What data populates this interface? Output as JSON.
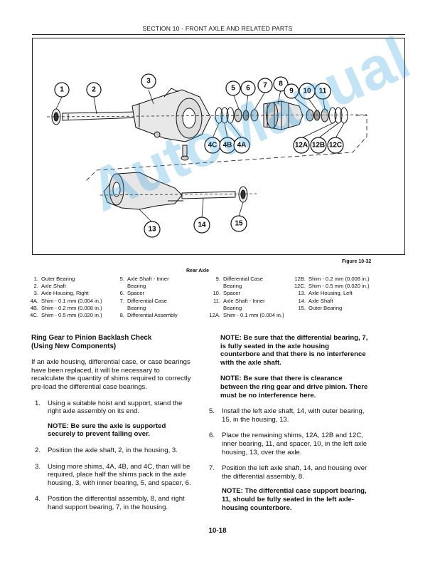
{
  "header": {
    "title": "SECTION 10 - FRONT AXLE AND RELATED PARTS"
  },
  "figure": {
    "label": "Figure 10-32",
    "legend_title": "Rear Axle",
    "callouts": [
      "1",
      "2",
      "3",
      "4C",
      "4B",
      "4A",
      "5",
      "6",
      "7",
      "8",
      "9",
      "10",
      "11",
      "12A",
      "12B",
      "12C",
      "13",
      "14",
      "15"
    ],
    "legend_col1": [
      {
        "n": "1.",
        "t": "Outer Bearing"
      },
      {
        "n": "2.",
        "t": "Axle Shaft"
      },
      {
        "n": "3.",
        "t": "Axle Housing, Right"
      },
      {
        "n": "4A.",
        "t": "Shim - 0.1 mm (0.004 in.)"
      },
      {
        "n": "4B.",
        "t": "Shim - 0.2 mm (0.008 in.)"
      },
      {
        "n": "4C.",
        "t": "Shim - 0.5 mm (0.020 in.)"
      }
    ],
    "legend_col2": [
      {
        "n": "5.",
        "t": "Axle Shaft - Inner"
      },
      {
        "n": "",
        "t": "Bearing"
      },
      {
        "n": "6.",
        "t": "Spacer"
      },
      {
        "n": "7.",
        "t": "Differential Case"
      },
      {
        "n": "",
        "t": "Bearing"
      },
      {
        "n": "8.",
        "t": "Differential Assembly"
      }
    ],
    "legend_col3": [
      {
        "n": "9.",
        "t": "Differential Case"
      },
      {
        "n": "",
        "t": "Bearing"
      },
      {
        "n": "10.",
        "t": "Spacer"
      },
      {
        "n": "11.",
        "t": "Axle Shaft - Inner"
      },
      {
        "n": "",
        "t": "Bearing"
      },
      {
        "n": "12A.",
        "t": "Shim - 0.1 mm (0.004 in.)"
      }
    ],
    "legend_col4": [
      {
        "n": "12B.",
        "t": "Shim - 0.2 mm (0.008 in.)"
      },
      {
        "n": "12C.",
        "t": "Shim - 0.5 mm (0.020 in.)"
      },
      {
        "n": "13.",
        "t": "Axle Housing, Left"
      },
      {
        "n": "14.",
        "t": "Axle Shaft"
      },
      {
        "n": "15.",
        "t": "Outer Bearing"
      },
      {
        "n": "",
        "t": ""
      }
    ]
  },
  "left": {
    "heading1": "Ring Gear to Pinion Backlash Check",
    "heading2": "(Using New Components)",
    "intro": "If an axle housing, differential case, or case bearings have been replaced, it will be necessary to recalculate the quantity of shims required to correctly pre-load the differential case bearings.",
    "step1": {
      "n": "1.",
      "t": "Using a suitable hoist and support, stand the right axle assembly on its end."
    },
    "note1": "NOTE: Be sure the axle is supported securely to prevent falling over.",
    "step2": {
      "n": "2.",
      "t": "Position the axle shaft, 2, in the housing, 3."
    },
    "step3": {
      "n": "3.",
      "t": "Using more shims, 4A, 4B, and 4C, than will be required, place half the shims pack in the axle housing, 3, with inner bearing, 5, and spacer, 6."
    },
    "step4": {
      "n": "4.",
      "t": "Position the differential assembly, 8, and right hand support bearing, 7, in the housing."
    }
  },
  "right": {
    "note2": "NOTE: Be sure that the differential bearing, 7, is fully seated in the axle housing counterbore and that there is no interference with the axle shaft.",
    "note3": "NOTE: Be sure that there is clearance between the ring gear and drive pinion. There must be no interference here.",
    "step5": {
      "n": "5.",
      "t": "Install the left axle shaft, 14, with outer bearing, 15, in the housing, 13."
    },
    "step6": {
      "n": "6.",
      "t": "Place the remaining shims, 12A, 12B and 12C, inner bearing, 11, and spacer, 10, in the left axle housing, 13, over the axle."
    },
    "step7": {
      "n": "7.",
      "t": "Position the left axle shaft, 14, and housing over the differential assembly, 8."
    },
    "note4": "NOTE: The differential case support bearing, 11, should be fully seated in the left axle-housing counterbore."
  },
  "page_number": "10-18",
  "watermark": "AutoManual"
}
